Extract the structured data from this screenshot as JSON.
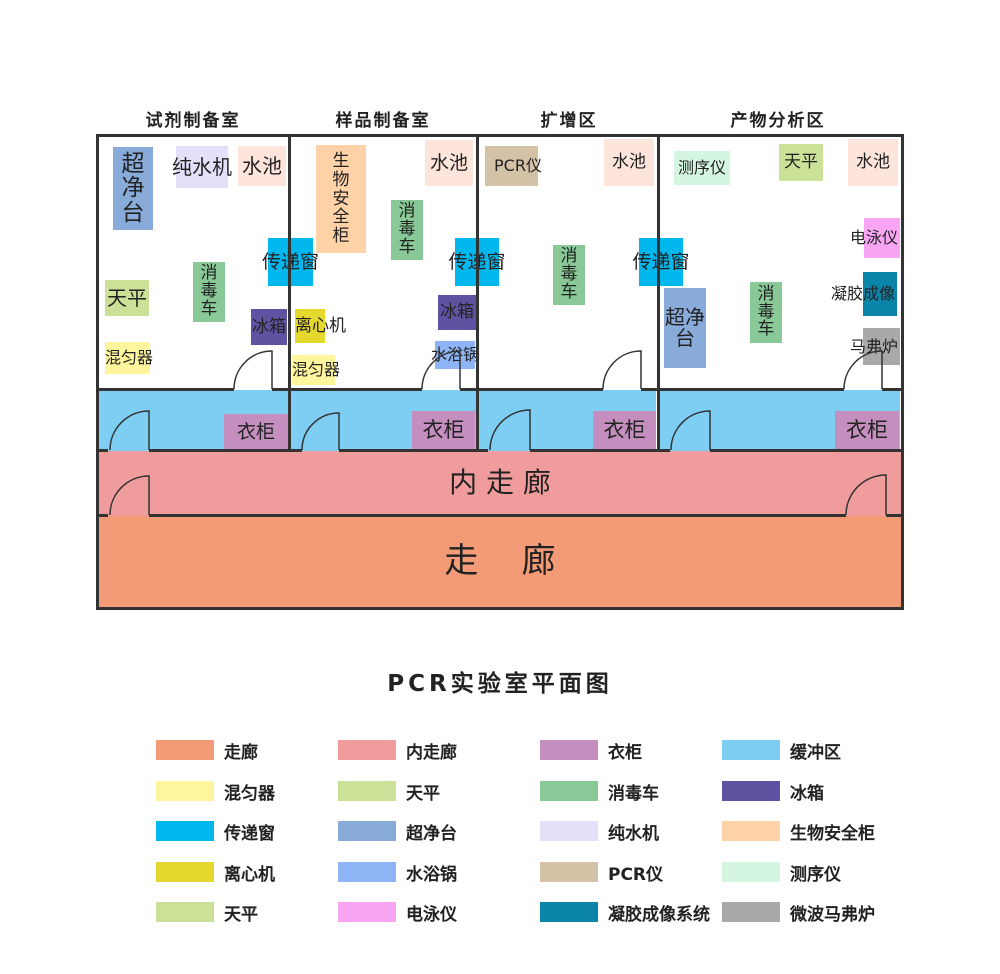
{
  "rooms": {
    "reagent": "试剂制备室",
    "sample": "样品制备室",
    "amplify": "扩增区",
    "analysis": "产物分析区"
  },
  "colors": {
    "corridor": "#F29B76",
    "inner_corridor": "#F09C9C",
    "wardrobe": "#C48FBF",
    "buffer": "#7ECEF4",
    "mixer": "#FFF59D",
    "balance": "#CCE198",
    "disinfect_cart": "#89C997",
    "fridge": "#5F52A0",
    "pass_window": "#00B7EE",
    "clean_bench": "#88ABDA",
    "pure_water": "#E3E1FA",
    "biosafety": "#FFD2A8",
    "centrifuge": "#E5D92D",
    "water_bath": "#8FB4F6",
    "pcr": "#D3C2A6",
    "sequencer": "#D4F6E0",
    "electrophoresis": "#F8A5F4",
    "gel_imaging": "#0A84A8",
    "muffle": "#A9A9A9",
    "sink": "#FDE5DB"
  },
  "labels": {
    "clean_bench": "超净台",
    "pure_water": "纯水机",
    "sink": "水池",
    "biosafety": "生物安全柜",
    "pcr": "PCR仪",
    "sequencer": "测序仪",
    "balance": "天平",
    "disinfect_cart": "消毒车",
    "pass_window": "传递窗",
    "fridge": "冰箱",
    "centrifuge": "离心机",
    "mixer": "混匀器",
    "water_bath": "水浴锅",
    "electrophoresis": "电泳仪",
    "gel_imaging": "凝胶成像",
    "muffle": "马弗炉",
    "wardrobe": "衣柜",
    "inner_corridor": "内 走 廊",
    "corridor": "走    廊"
  },
  "diagram_title": "PCR实验室平面图",
  "legend": [
    {
      "label": "走廊",
      "color": "#F29B76"
    },
    {
      "label": "内走廊",
      "color": "#F09C9C"
    },
    {
      "label": "衣柜",
      "color": "#C48FBF"
    },
    {
      "label": "缓冲区",
      "color": "#7ECEF4"
    },
    {
      "label": "混匀器",
      "color": "#FFF59D"
    },
    {
      "label": "天平",
      "color": "#CCE198"
    },
    {
      "label": "消毒车",
      "color": "#89C997"
    },
    {
      "label": "冰箱",
      "color": "#5F52A0"
    },
    {
      "label": "传递窗",
      "color": "#00B7EE"
    },
    {
      "label": "超净台",
      "color": "#88ABDA"
    },
    {
      "label": "纯水机",
      "color": "#E3E1FA"
    },
    {
      "label": "生物安全柜",
      "color": "#FFD2A8"
    },
    {
      "label": "离心机",
      "color": "#E5D92D"
    },
    {
      "label": "水浴锅",
      "color": "#8FB4F6"
    },
    {
      "label": "PCR仪",
      "color": "#D3C2A6"
    },
    {
      "label": "测序仪",
      "color": "#D4F6E0"
    },
    {
      "label": "天平",
      "color": "#CCE198"
    },
    {
      "label": "电泳仪",
      "color": "#F8A5F4"
    },
    {
      "label": "凝胶成像系统",
      "color": "#0A84A8"
    },
    {
      "label": "微波马弗炉",
      "color": "#A9A9A9"
    }
  ]
}
